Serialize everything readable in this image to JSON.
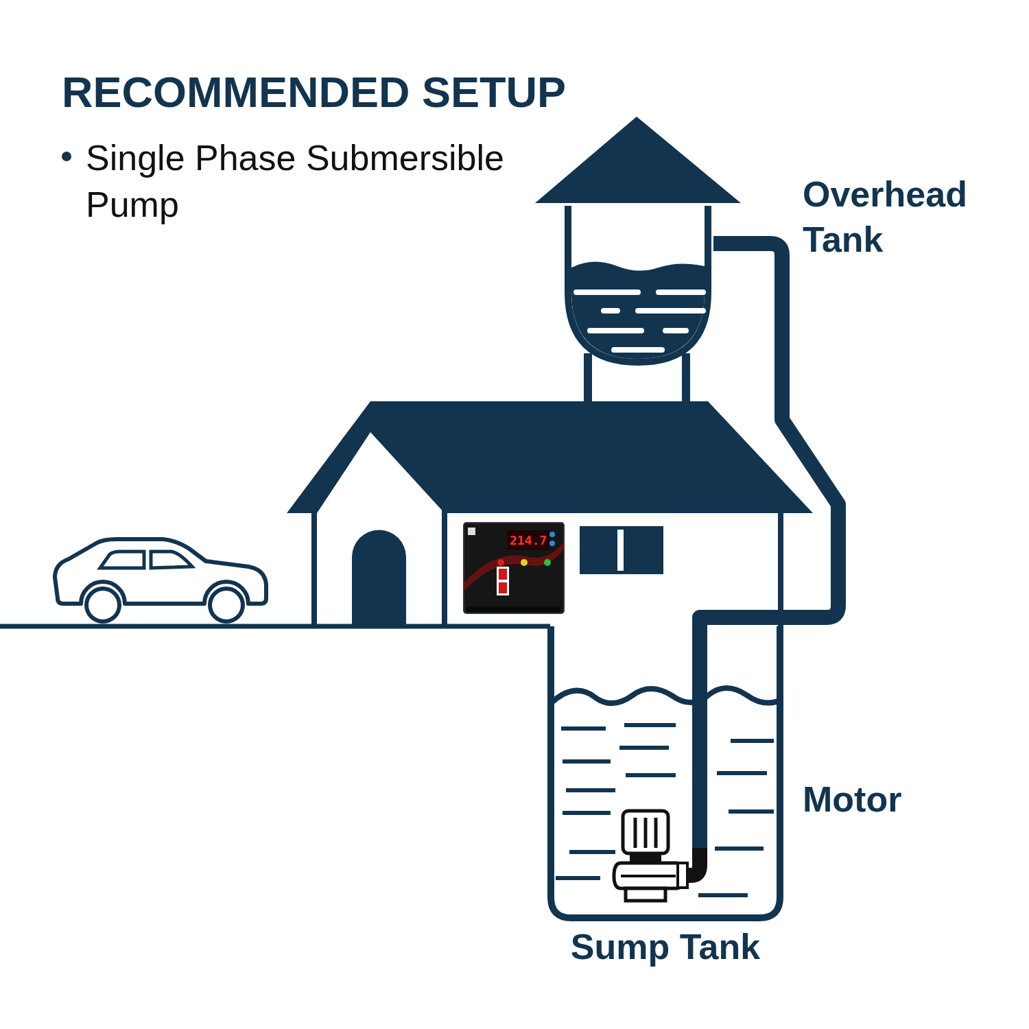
{
  "diagram": {
    "title": "RECOMMENDED SETUP",
    "nodes": [
      {
        "text": [
          "Overhead Tank"
        ]
      },
      {
        "text": [
          "Sump Tank"
        ]
      }
    ],
    "edges": [
      {
        "from": 1,
        "to": 0,
        "arrow": "none"
      }
    ],
    "labels": [
      "Single Phase Submersible Pump",
      "Motor",
      "214.7"
    ]
  }
}
